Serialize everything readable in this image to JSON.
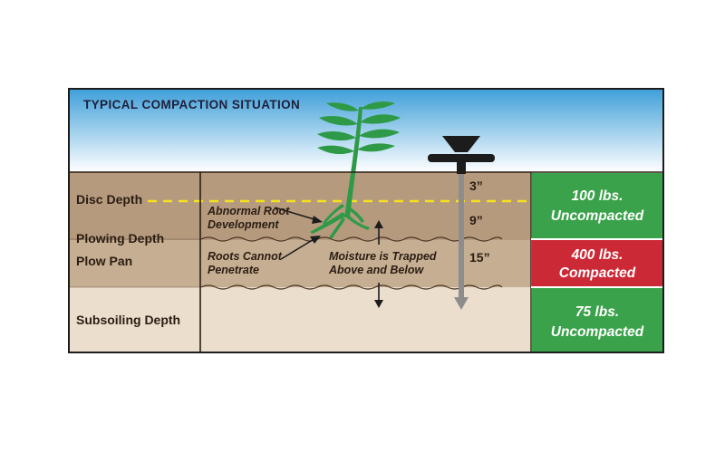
{
  "title": "TYPICAL COMPACTION SITUATION",
  "layers": {
    "disc_depth": "Disc Depth",
    "plowing_depth": "Plowing Depth",
    "plow_pan": "Plow Pan",
    "subsoiling_depth": "Subsoiling Depth"
  },
  "annotations": {
    "abnormal_root": [
      "Abnormal Root",
      "Development"
    ],
    "roots_cannot": [
      "Roots Cannot",
      "Penetrate"
    ],
    "moisture": [
      "Moisture is Trapped",
      "Above and Below"
    ]
  },
  "probe_depths": [
    "3”",
    "9”",
    "15”"
  ],
  "boxes": [
    {
      "value": "100 lbs.",
      "label": "Uncompacted",
      "color": "#3aa24a"
    },
    {
      "value": "400 lbs.",
      "label": "Compacted",
      "color": "#cc2936"
    },
    {
      "value": "75 lbs.",
      "label": "Uncompacted",
      "color": "#3aa24a"
    }
  ],
  "colors": {
    "plant": "#2e9a48",
    "disc_line": "#f5e11c",
    "soil_top": "#b59a7e",
    "soil_pan": "#c6ae92",
    "soil_sub": "#ecdecd"
  }
}
